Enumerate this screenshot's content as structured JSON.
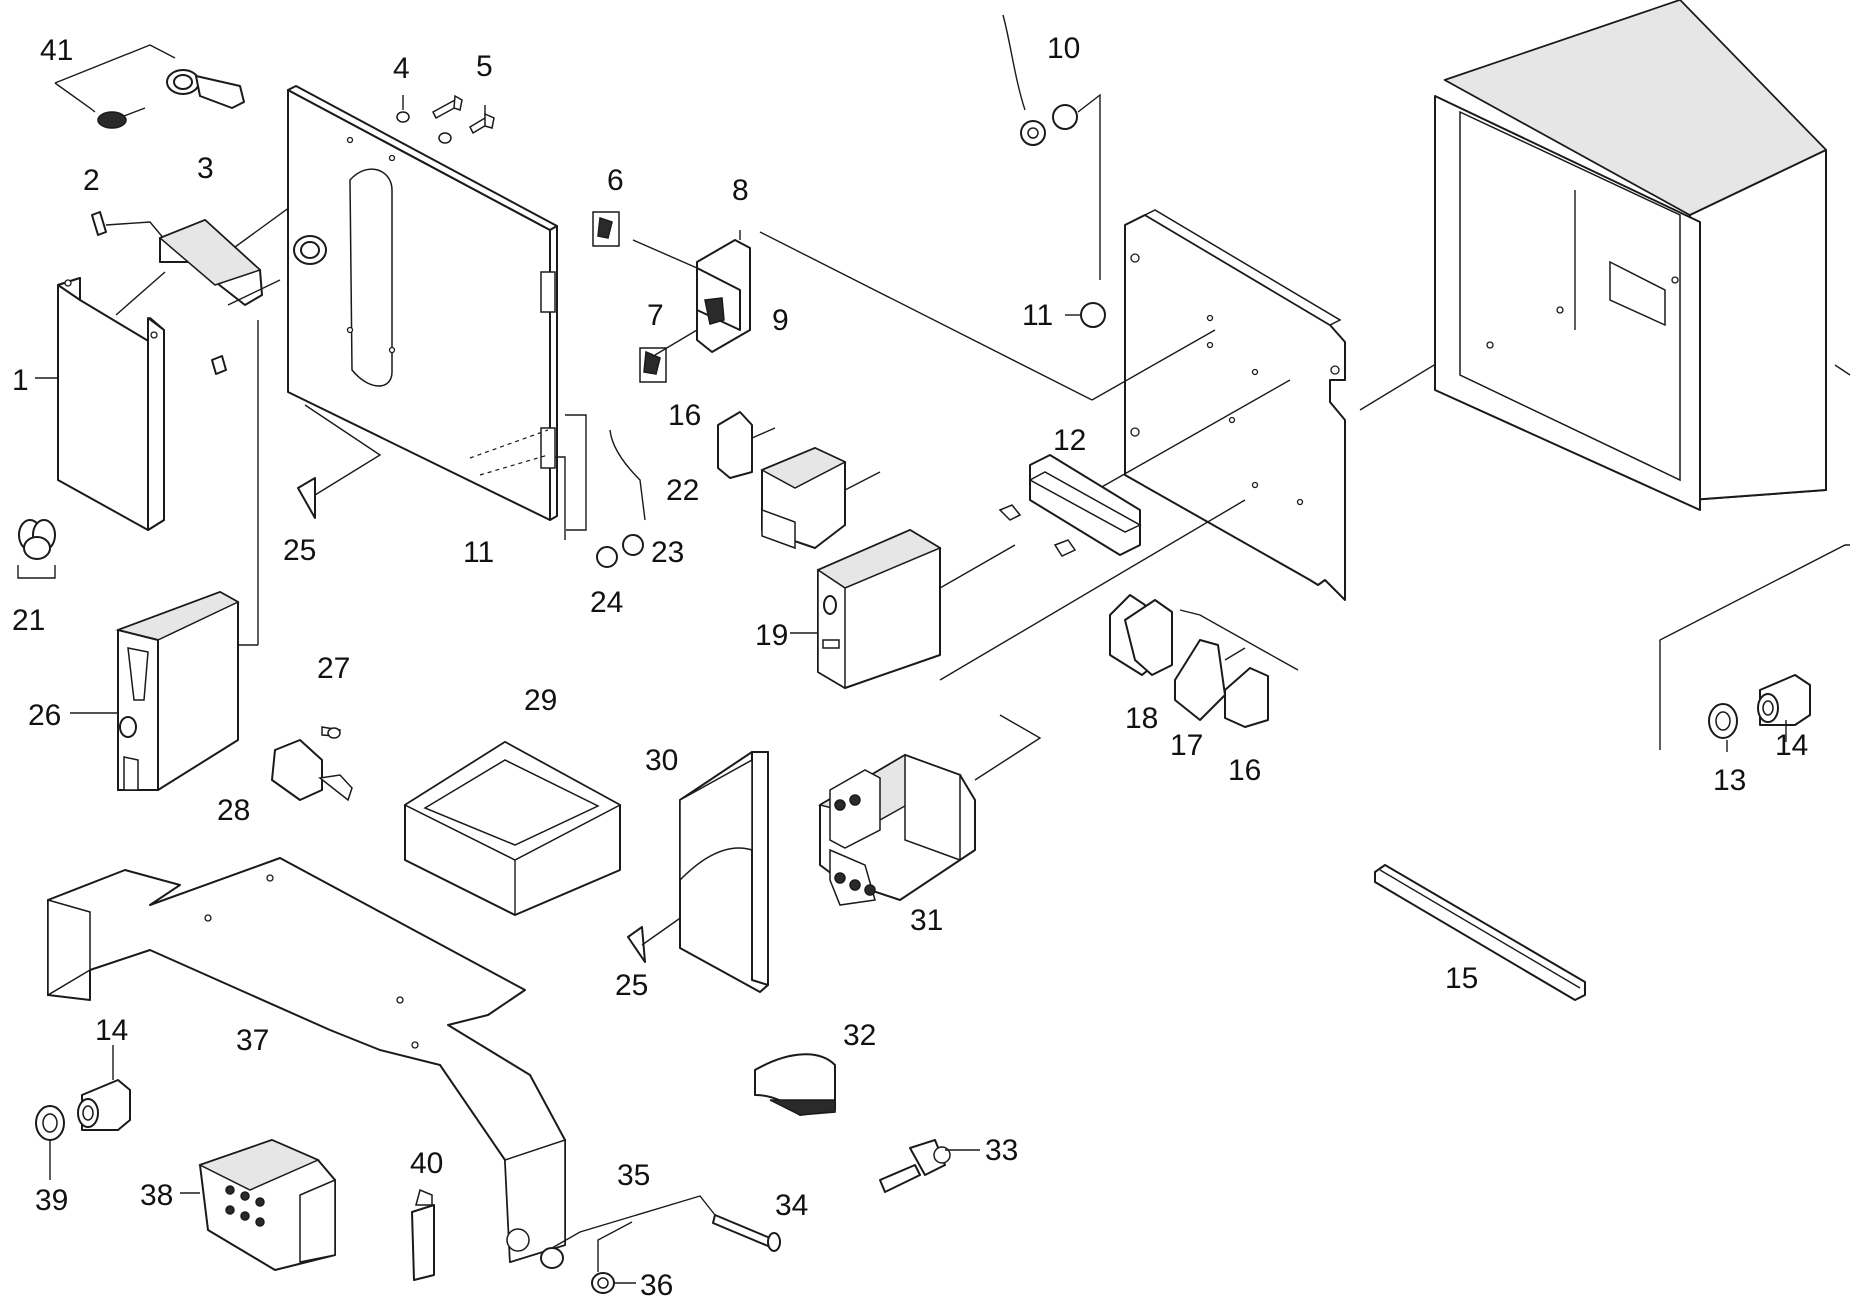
{
  "diagram": {
    "callouts": {
      "c41": "41",
      "c4": "4",
      "c5": "5",
      "c2": "2",
      "c3": "3",
      "c1": "1",
      "c21": "21",
      "c25a": "25",
      "c26": "26",
      "c27": "27",
      "c28": "28",
      "c10": "10",
      "c6": "6",
      "c8": "8",
      "c9": "9",
      "c7": "7",
      "c11a": "11",
      "c11b": "11",
      "c16a": "16",
      "c22": "22",
      "c23": "23",
      "c24": "24",
      "c12": "12",
      "c19": "19",
      "c18": "18",
      "c17": "17",
      "c16b": "16",
      "c29": "29",
      "c30": "30",
      "c25b": "25",
      "c31": "31",
      "c13": "13",
      "c14a": "14",
      "c15": "15",
      "c32": "32",
      "c33": "33",
      "c37": "37",
      "c14b": "14",
      "c39": "39",
      "c38": "38",
      "c40": "40",
      "c35": "35",
      "c34": "34",
      "c36": "36"
    }
  }
}
